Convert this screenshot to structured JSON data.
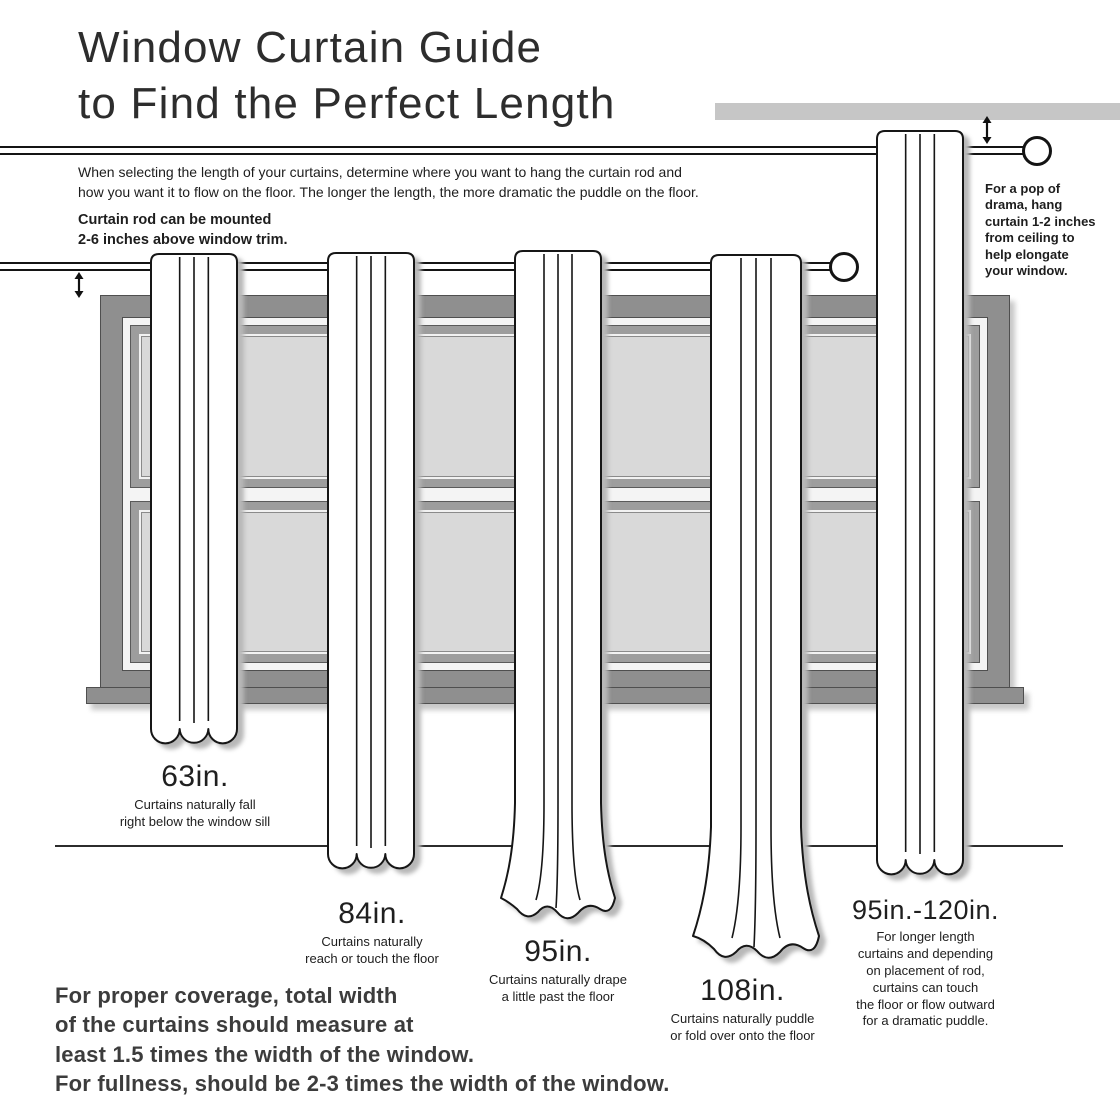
{
  "title": "Window Curtain Guide\nto Find the Perfect Length",
  "intro": "When selecting the length of your curtains, determine where you want to hang the curtain rod and\nhow you want it to flow on the floor. The longer the length, the more dramatic the puddle on the floor.",
  "rod_note": "Curtain rod can be mounted\n2-6 inches above window trim.",
  "ceiling_note": "For a pop of\ndrama, hang\ncurtain 1-2 inches\nfrom ceiling to\nhelp elongate\nyour window.",
  "curtains": [
    {
      "length": "63in.",
      "caption": "Curtains naturally fall\nright below the window sill"
    },
    {
      "length": "84in.",
      "caption": "Curtains naturally\nreach or touch the floor"
    },
    {
      "length": "95in.",
      "caption": "Curtains naturally drape\na little past the floor"
    },
    {
      "length": "108in.",
      "caption": "Curtains naturally puddle\nor fold over onto the floor"
    },
    {
      "length": "95in.-120in.",
      "caption": "For longer length\ncurtains and depending\non placement of rod,\ncurtains can touch\nthe floor or flow outward\nfor a dramatic puddle."
    }
  ],
  "coverage_note": "For proper coverage, total width\nof the curtains should measure at\nleast 1.5 times the width of the window.\nFor fullness, should be 2-3 times the width of the window.",
  "colors": {
    "ink": "#1d1d1d",
    "frame_gray": "#8f8f8f",
    "pane_gray": "#d9d9d9",
    "ceiling_gray": "#c6c6c6"
  }
}
